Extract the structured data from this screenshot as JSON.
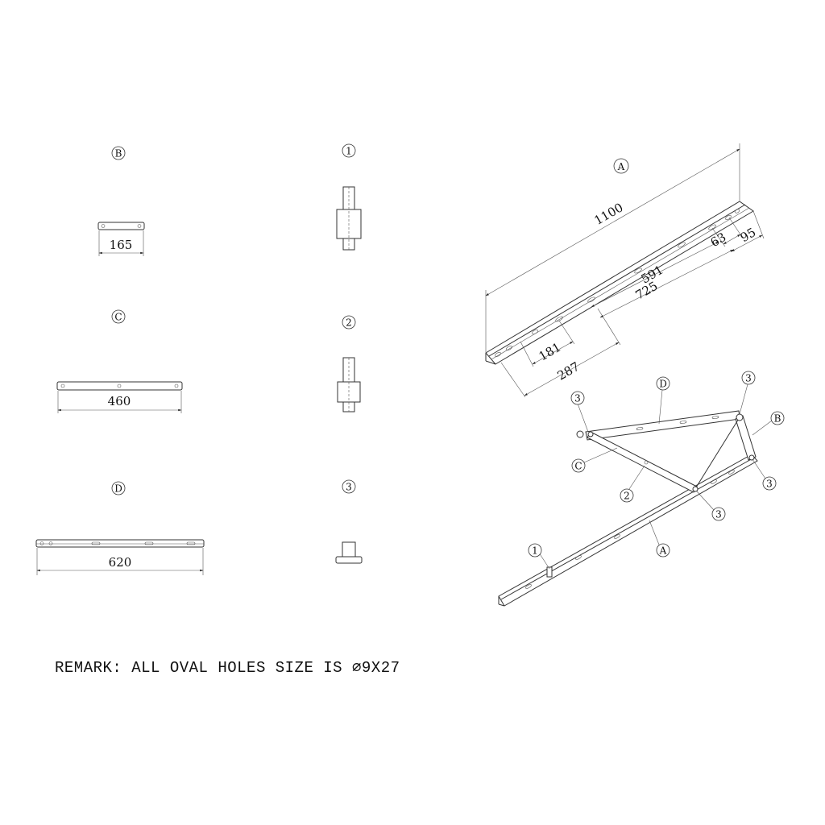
{
  "parts": {
    "B": {
      "label": "B",
      "dimension": "165"
    },
    "C": {
      "label": "C",
      "dimension": "460"
    },
    "D": {
      "label": "D",
      "dimension": "620"
    },
    "p1": {
      "label": "1"
    },
    "p2": {
      "label": "2"
    },
    "p3": {
      "label": "3"
    },
    "A": {
      "label": "A",
      "dimensions": {
        "overall": "1100",
        "d63": "63",
        "d95": "95",
        "d591": "591",
        "d725": "725",
        "d181": "181",
        "d287": "287"
      }
    }
  },
  "assembly": {
    "callouts": [
      "3",
      "D",
      "3",
      "B",
      "C",
      "3",
      "2",
      "3",
      "1",
      "A"
    ]
  },
  "remark": "REMARK: ALL OVAL HOLES SIZE IS ∅9X27"
}
